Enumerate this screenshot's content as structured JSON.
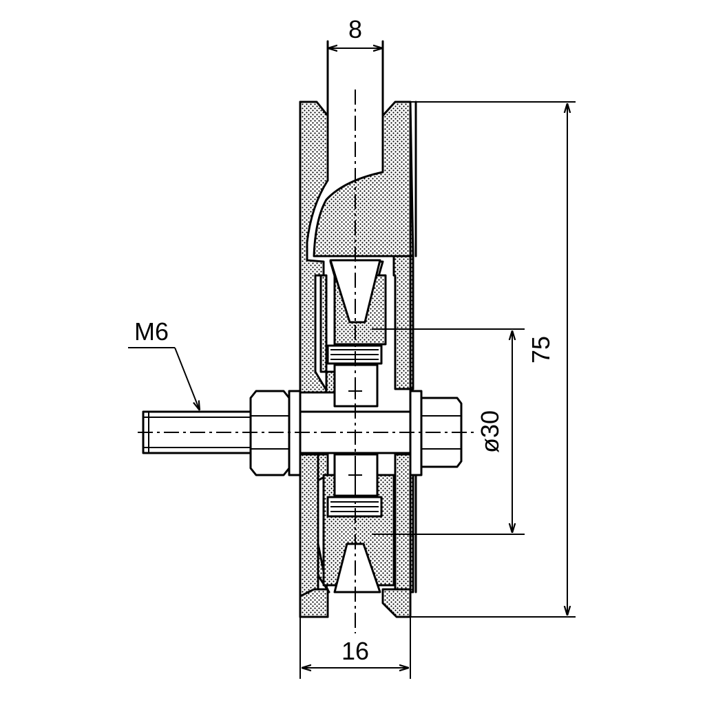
{
  "dimensions": {
    "groove_width": "8",
    "outer_diameter": "75",
    "bearing_diameter": "ø30",
    "wheel_width": "16",
    "thread": "M6"
  },
  "colors": {
    "ink": "#000000",
    "background": "#ffffff"
  }
}
